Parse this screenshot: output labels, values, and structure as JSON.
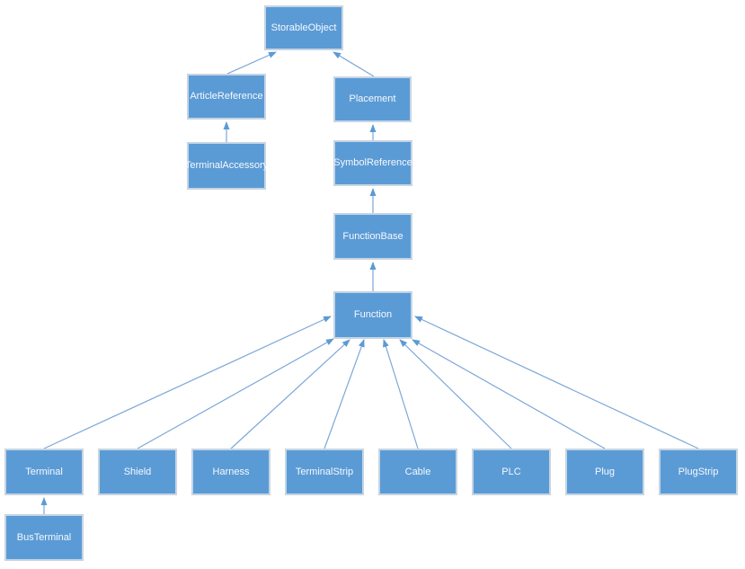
{
  "diagram": {
    "type": "class-inheritance-diagram",
    "nodes": {
      "storableObject": {
        "label": "StorableObject"
      },
      "articleReference": {
        "label": "ArticleReference"
      },
      "placement": {
        "label": "Placement"
      },
      "terminalAccessory": {
        "label": "TerminalAccessory"
      },
      "symbolReference": {
        "label": "SymbolReference"
      },
      "functionBase": {
        "label": "FunctionBase"
      },
      "function": {
        "label": "Function"
      },
      "terminal": {
        "label": "Terminal"
      },
      "shield": {
        "label": "Shield"
      },
      "harness": {
        "label": "Harness"
      },
      "terminalStrip": {
        "label": "TerminalStrip"
      },
      "cable": {
        "label": "Cable"
      },
      "plc": {
        "label": "PLC"
      },
      "plug": {
        "label": "Plug"
      },
      "plugStrip": {
        "label": "PlugStrip"
      },
      "busTerminal": {
        "label": "BusTerminal"
      }
    },
    "edges": [
      {
        "from": "ArticleReference",
        "to": "StorableObject"
      },
      {
        "from": "Placement",
        "to": "StorableObject"
      },
      {
        "from": "TerminalAccessory",
        "to": "ArticleReference"
      },
      {
        "from": "SymbolReference",
        "to": "Placement"
      },
      {
        "from": "FunctionBase",
        "to": "SymbolReference"
      },
      {
        "from": "Function",
        "to": "FunctionBase"
      },
      {
        "from": "Terminal",
        "to": "Function"
      },
      {
        "from": "Shield",
        "to": "Function"
      },
      {
        "from": "Harness",
        "to": "Function"
      },
      {
        "from": "TerminalStrip",
        "to": "Function"
      },
      {
        "from": "Cable",
        "to": "Function"
      },
      {
        "from": "PLC",
        "to": "Function"
      },
      {
        "from": "Plug",
        "to": "Function"
      },
      {
        "from": "PlugStrip",
        "to": "Function"
      },
      {
        "from": "BusTerminal",
        "to": "Terminal"
      }
    ],
    "colors": {
      "node_fill": "#5b9bd5",
      "node_border": "#cdd3da",
      "node_text": "#f5f9fd",
      "arrow": "#5b9bd5",
      "arrow_line": "#7da7d9",
      "background": "#ffffff"
    }
  }
}
